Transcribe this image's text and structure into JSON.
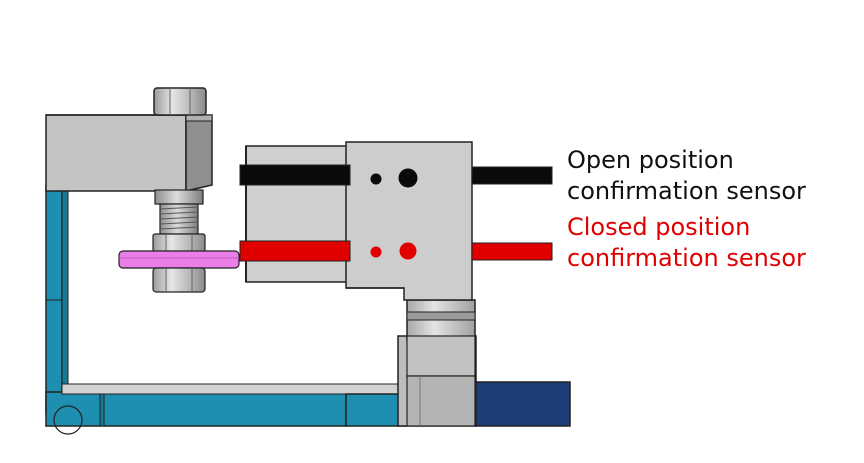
{
  "labels": {
    "open_line1": "Open position",
    "open_line2": "confirmation sensor",
    "closed_line1": "Closed position",
    "closed_line2": "confirmation sensor"
  },
  "colors": {
    "open_sensor": "#000000",
    "closed_sensor": "#e00000",
    "open_text": "#111111",
    "closed_text": "#e00000",
    "frame_blue": "#1e8fb0",
    "base_navy": "#1c3f7a",
    "steel_gray": "#c8c8c8",
    "pad_pink": "#e87ee6"
  },
  "icons": {
    "bolt_head": "hex-bolt-icon",
    "threaded_rod": "threaded-rod-icon",
    "lock_nut": "hex-nut-icon",
    "target_pad": "pink-washer-icon"
  }
}
